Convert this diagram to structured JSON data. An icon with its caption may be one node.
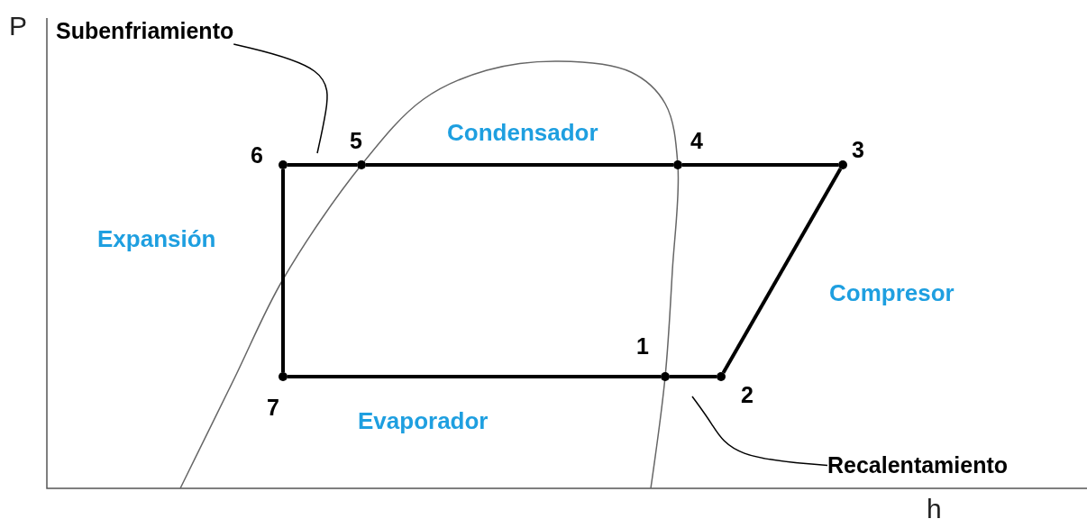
{
  "diagram": {
    "nodes": [
      {
        "text": [],
        "shape": "circle",
        "beside": [
          "1"
        ]
      },
      {
        "text": [],
        "shape": "circle",
        "beside": [
          "2"
        ]
      },
      {
        "text": [],
        "shape": "circle",
        "beside": [
          "3"
        ]
      },
      {
        "text": [],
        "shape": "circle",
        "beside": [
          "4"
        ]
      },
      {
        "text": [],
        "shape": "circle",
        "beside": [
          "5"
        ]
      },
      {
        "text": [],
        "shape": "circle",
        "beside": [
          "6"
        ]
      },
      {
        "text": [],
        "shape": "circle",
        "beside": [
          "7"
        ]
      },
      {
        "text": [
          "Subenfriamiento"
        ]
      },
      {
        "text": [
          "Recalentamiento"
        ]
      }
    ],
    "edges": [
      {
        "from": 0,
        "to": 1,
        "arrow": "none"
      },
      {
        "from": 1,
        "to": 2,
        "arrow": "none"
      },
      {
        "from": 2,
        "to": 3,
        "arrow": "none"
      },
      {
        "from": 3,
        "to": 4,
        "arrow": "none"
      },
      {
        "from": 4,
        "to": 5,
        "arrow": "none"
      },
      {
        "from": 5,
        "to": 6,
        "arrow": "none"
      },
      {
        "from": 6,
        "to": 0,
        "arrow": "none"
      },
      {
        "from": 7,
        "to": null,
        "arrow": "none"
      },
      {
        "from": 8,
        "to": null,
        "arrow": "none"
      }
    ],
    "labels": [
      "P",
      "Condensador",
      "Expansión",
      "Compresor",
      "Evaporador",
      "h"
    ]
  }
}
